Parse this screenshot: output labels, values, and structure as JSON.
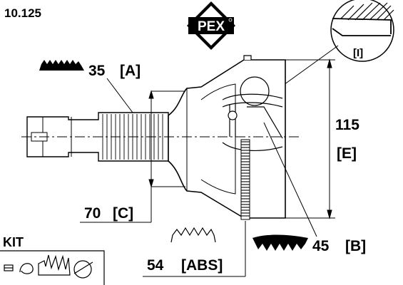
{
  "part_number": "10.125",
  "brand": "PEX",
  "detail_marker": "[I]",
  "dimensions": {
    "outer_spline": {
      "value": "35",
      "key": "[A]"
    },
    "inner_spline": {
      "value": "45",
      "key": "[B]"
    },
    "shaft_diameter": {
      "value": "70",
      "key": "[C]"
    },
    "length": {
      "value": "115",
      "key": "[E]"
    },
    "abs_ring": {
      "value": "54",
      "key": "[ABS]"
    }
  },
  "kit_label": "KIT"
}
